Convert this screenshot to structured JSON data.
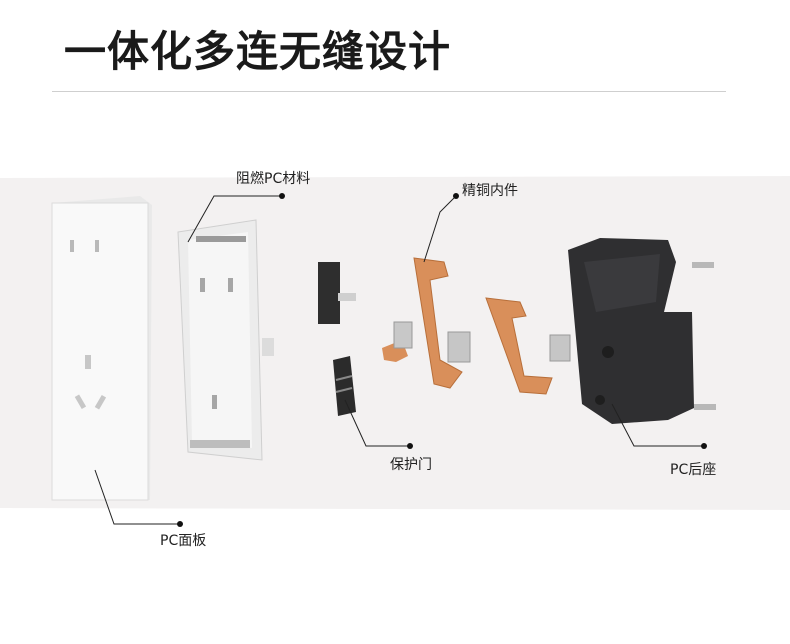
{
  "heading": {
    "title": "一体化多连无缝设计"
  },
  "callouts": {
    "flame_material": "阻燃PC材料",
    "copper_parts": "精铜内件",
    "shutter": "保护门",
    "rear_base": "PC后座",
    "front_panel": "PC面板"
  },
  "colors": {
    "background_band": "#f3f1f1",
    "panel_white": "#f7f7f7",
    "copper": "#d98f5a",
    "base_dark": "#2f2f31",
    "leader_line": "#222222"
  }
}
